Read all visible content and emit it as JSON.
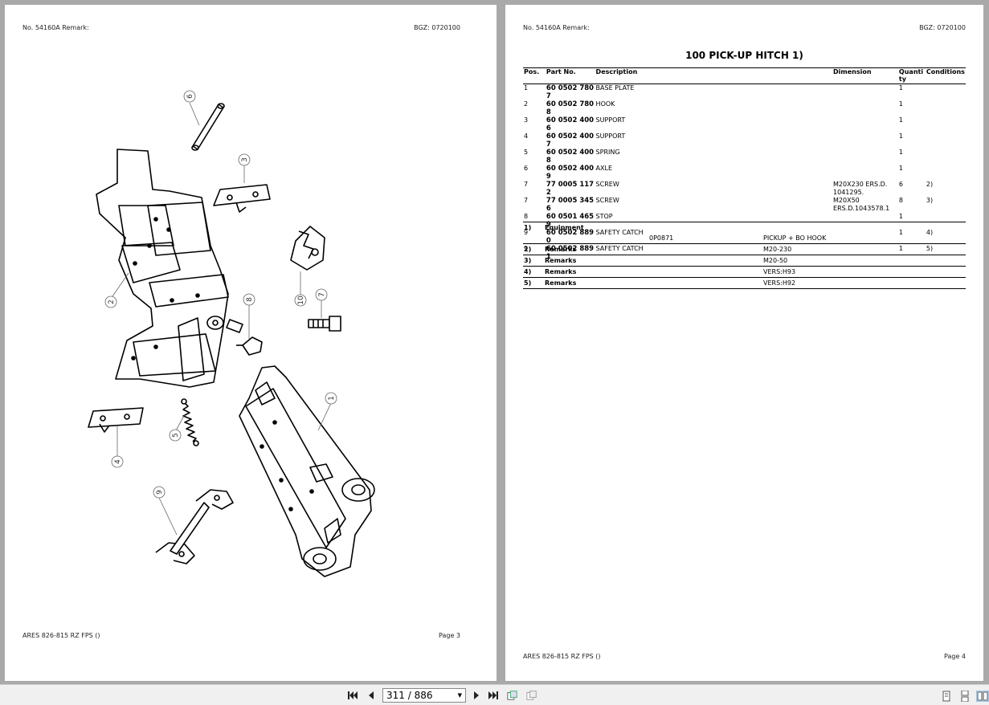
{
  "left_page": {
    "header_left": "No. 54160A   Remark:",
    "header_right": "BGZ: 0720100",
    "footer_left": "ARES 826-815 RZ FPS ()",
    "footer_right": "Page 3",
    "callouts": [
      "1",
      "2",
      "3",
      "4",
      "5",
      "6",
      "7",
      "8",
      "9",
      "10"
    ]
  },
  "right_page": {
    "header_left": "No. 54160A   Remark:",
    "header_right": "BGZ: 0720100",
    "title": "100 PICK-UP HITCH  1)",
    "columns": [
      "Pos.",
      "Part No.",
      "Description",
      "Dimension",
      "Quanti ty",
      "Conditions"
    ],
    "rows": [
      {
        "pos": "1",
        "part": "60 0502 780 7",
        "desc": "BASE PLATE",
        "dim": "",
        "qty": "1",
        "cond": ""
      },
      {
        "pos": "2",
        "part": "60 0502 780 8",
        "desc": "HOOK",
        "dim": "",
        "qty": "1",
        "cond": ""
      },
      {
        "pos": "3",
        "part": "60 0502 400 6",
        "desc": "SUPPORT",
        "dim": "",
        "qty": "1",
        "cond": ""
      },
      {
        "pos": "4",
        "part": "60 0502 400 7",
        "desc": "SUPPORT",
        "dim": "",
        "qty": "1",
        "cond": ""
      },
      {
        "pos": "5",
        "part": "60 0502 400 8",
        "desc": "SPRING",
        "dim": "",
        "qty": "1",
        "cond": ""
      },
      {
        "pos": "6",
        "part": "60 0502 400 9",
        "desc": "AXLE",
        "dim": "",
        "qty": "1",
        "cond": ""
      },
      {
        "pos": "7",
        "part": "77 0005 117 2",
        "desc": "SCREW",
        "dim": "M20X230  ERS.D. 1041295.",
        "qty": "6",
        "cond": "2)"
      },
      {
        "pos": "7",
        "part": "77 0005 345 6",
        "desc": "SCREW",
        "dim": "M20X50 ERS.D.1043578.1",
        "qty": "8",
        "cond": "3)"
      },
      {
        "pos": "8",
        "part": "60 0501 465 9",
        "desc": "STOP",
        "dim": "",
        "qty": "1",
        "cond": ""
      },
      {
        "pos": "9",
        "part": "60 0502 889 0",
        "desc": "SAFETY CATCH",
        "dim": "",
        "qty": "1",
        "cond": "4)"
      },
      {
        "pos": "9",
        "part": "60 0502 889 1",
        "desc": "SAFETY CATCH",
        "dim": "",
        "qty": "1",
        "cond": "5)"
      }
    ],
    "notes": [
      {
        "ref": "1)",
        "label": "Equipment",
        "code": "0P0871",
        "text": "PICKUP + BO HOOK"
      },
      {
        "ref": "2)",
        "label": "Remarks",
        "code": "",
        "text": "M20-230"
      },
      {
        "ref": "3)",
        "label": "Remarks",
        "code": "",
        "text": "M20-50"
      },
      {
        "ref": "4)",
        "label": "Remarks",
        "code": "",
        "text": "VERS:H93"
      },
      {
        "ref": "5)",
        "label": "Remarks",
        "code": "",
        "text": "VERS:H92"
      }
    ],
    "footer_left": "ARES 826-815 RZ FPS ()",
    "footer_right": "Page 4"
  },
  "toolbar": {
    "page_indicator": "311 / 886",
    "icons": [
      "first-page-icon",
      "prev-page-icon",
      "next-page-icon",
      "last-page-icon",
      "fit-page-icon",
      "fit-width-icon",
      "single-page-icon",
      "continuous-icon",
      "two-page-icon"
    ]
  }
}
